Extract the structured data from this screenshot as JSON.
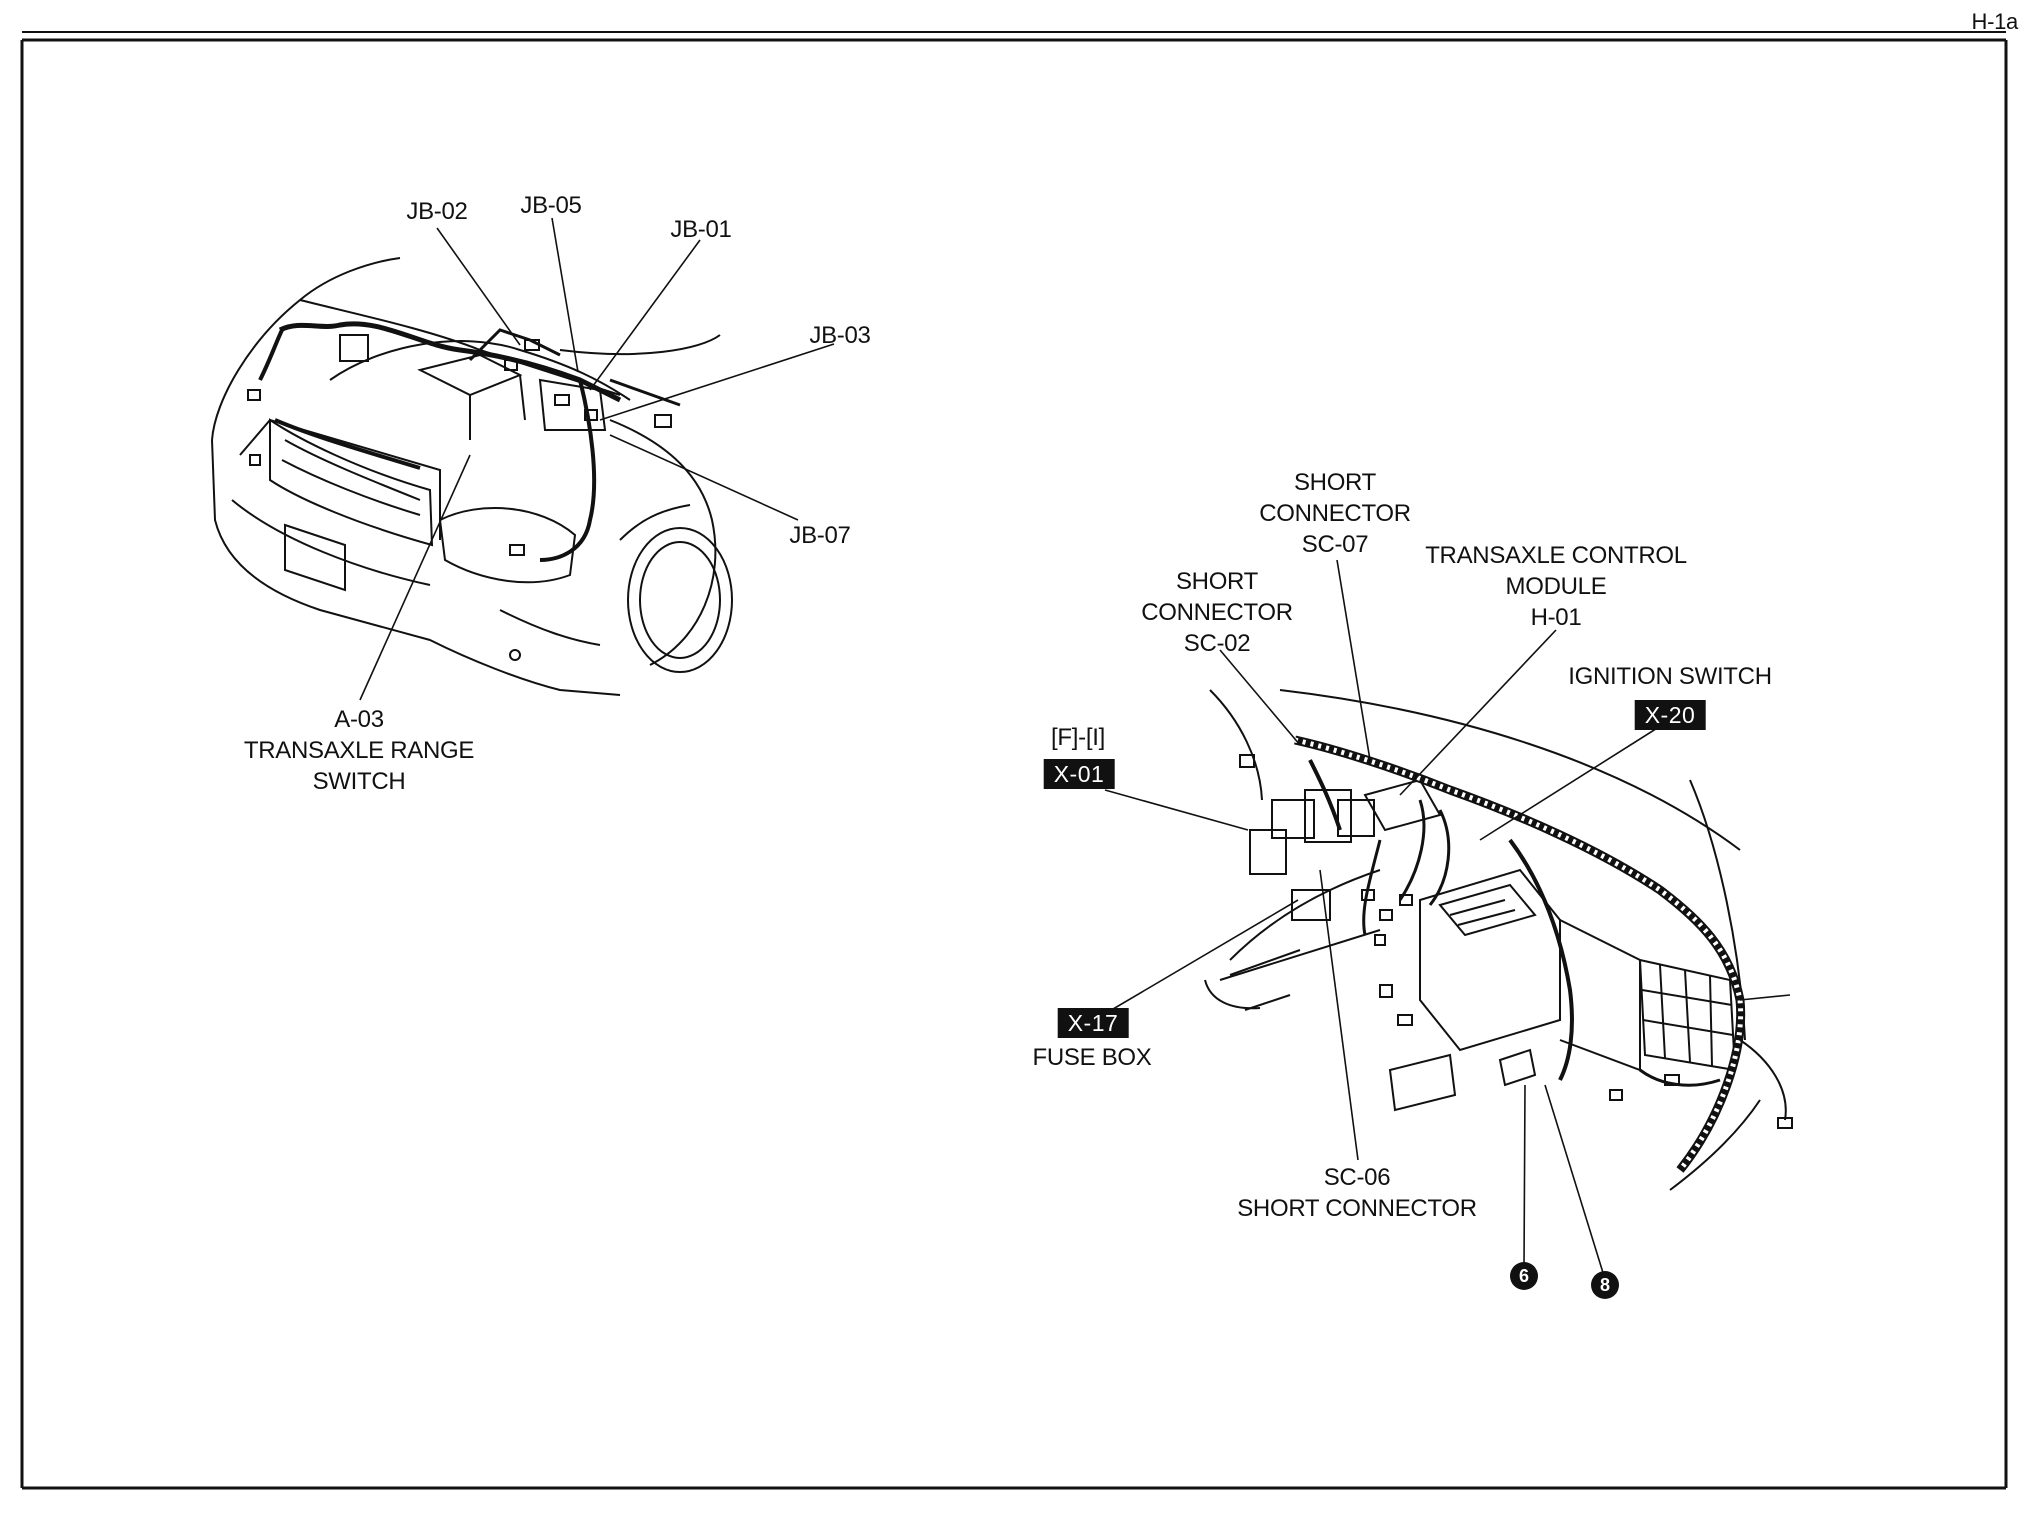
{
  "page_id": "H-1a",
  "engine_bay": {
    "labels": {
      "jb02": "JB-02",
      "jb05": "JB-05",
      "jb01": "JB-01",
      "jb03": "JB-03",
      "jb07": "JB-07",
      "a03_code": "A-03",
      "a03_line1": "TRANSAXLE RANGE",
      "a03_line2": "SWITCH"
    }
  },
  "dashboard": {
    "labels": {
      "sc07_line1": "SHORT",
      "sc07_line2": "CONNECTOR",
      "sc07_code": "SC-07",
      "tcm_line1": "TRANSAXLE CONTROL",
      "tcm_line2": "MODULE",
      "tcm_code": "H-01",
      "sc02_line1": "SHORT",
      "sc02_line2": "CONNECTOR",
      "sc02_code": "SC-02",
      "ignition_name": "IGNITION SWITCH",
      "ignition_tag": "X-20",
      "fi_ref": "[F]-[I]",
      "x01_tag": "X-01",
      "fuse_tag": "X-17",
      "fuse_name": "FUSE BOX",
      "sc06_code": "SC-06",
      "sc06_name": "SHORT CONNECTOR",
      "marker_6": "6",
      "marker_8": "8"
    }
  }
}
